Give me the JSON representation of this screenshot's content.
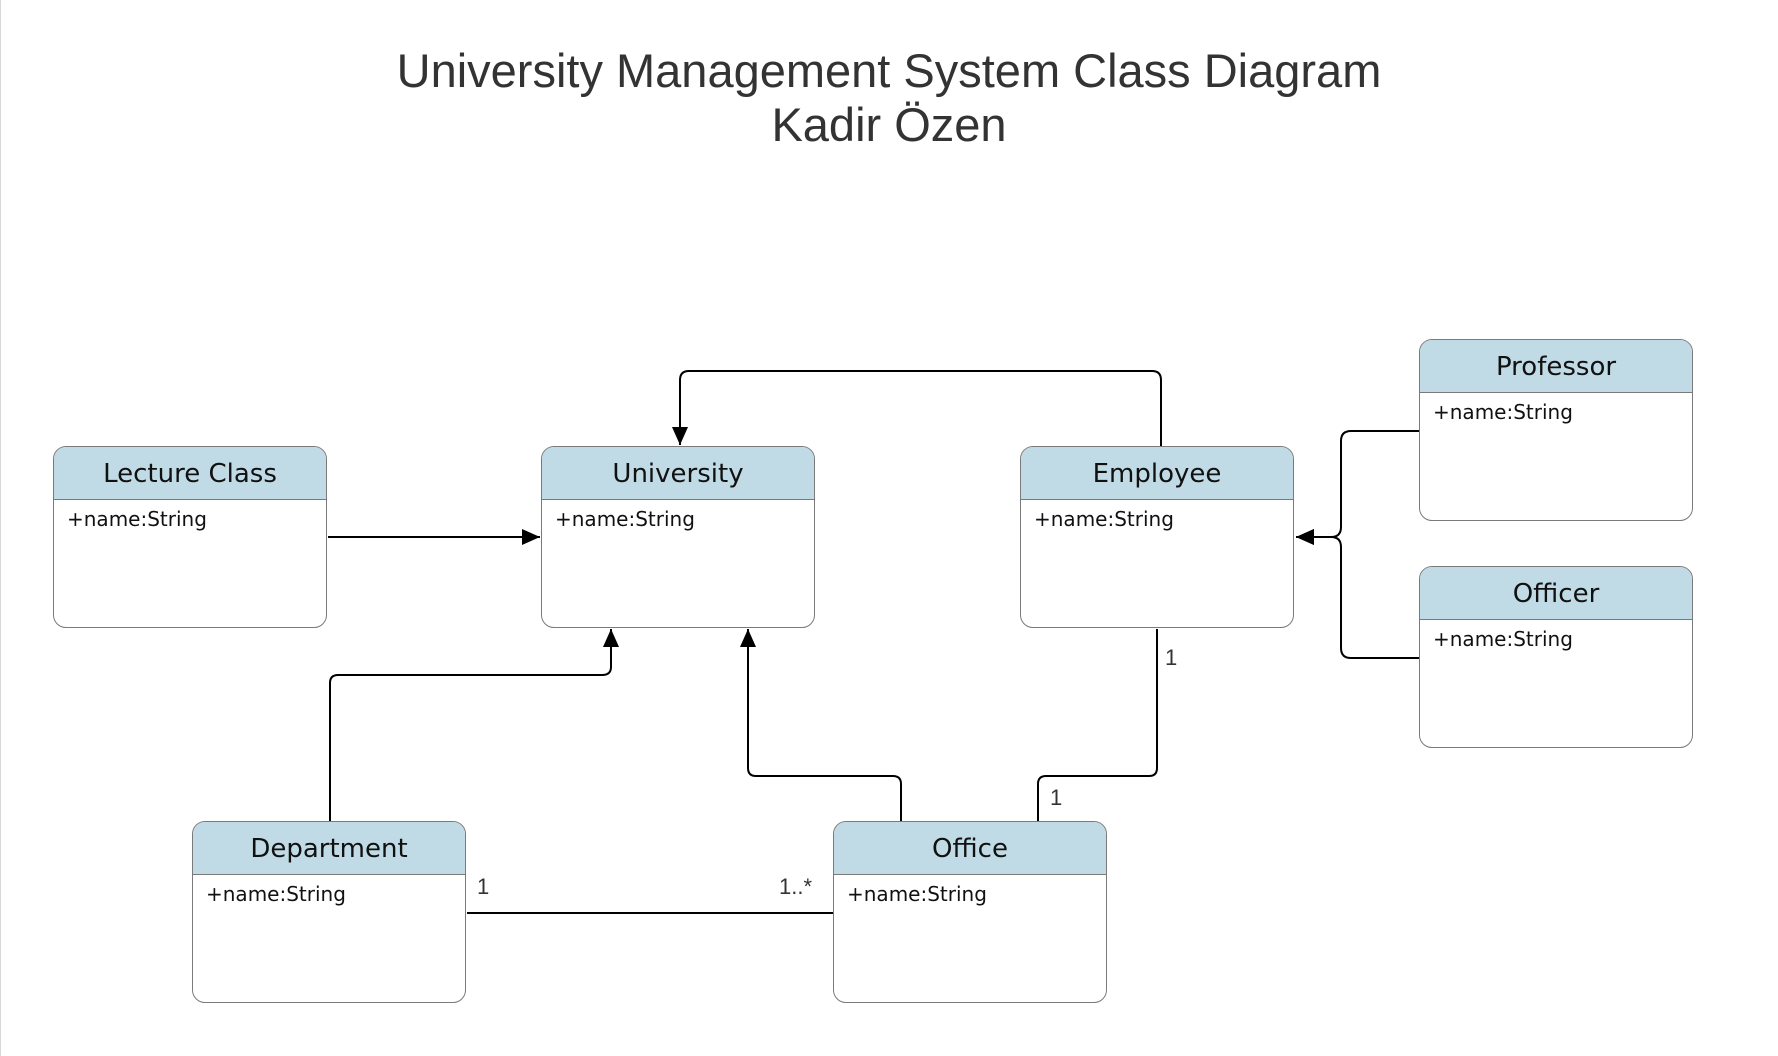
{
  "diagram": {
    "title": "University Management System Class Diagram",
    "author": "Kadir Özen",
    "classes": {
      "lecture_class": {
        "name": "Lecture Class",
        "attribute": "+name:String"
      },
      "university": {
        "name": "University",
        "attribute": "+name:String"
      },
      "employee": {
        "name": "Employee",
        "attribute": "+name:String"
      },
      "professor": {
        "name": "Professor",
        "attribute": "+name:String"
      },
      "officer": {
        "name": "Officer",
        "attribute": "+name:String"
      },
      "department": {
        "name": "Department",
        "attribute": "+name:String"
      },
      "office": {
        "name": "Office",
        "attribute": "+name:String"
      }
    },
    "multiplicities": {
      "department_office_department_end": "1",
      "department_office_office_end": "1..*",
      "employee_office_employee_end": "1",
      "employee_office_office_end": "1"
    },
    "colors": {
      "header_fill": "#c0dbe5",
      "box_border": "#7a7a7a",
      "line": "#000000",
      "title_text": "#333333"
    }
  }
}
